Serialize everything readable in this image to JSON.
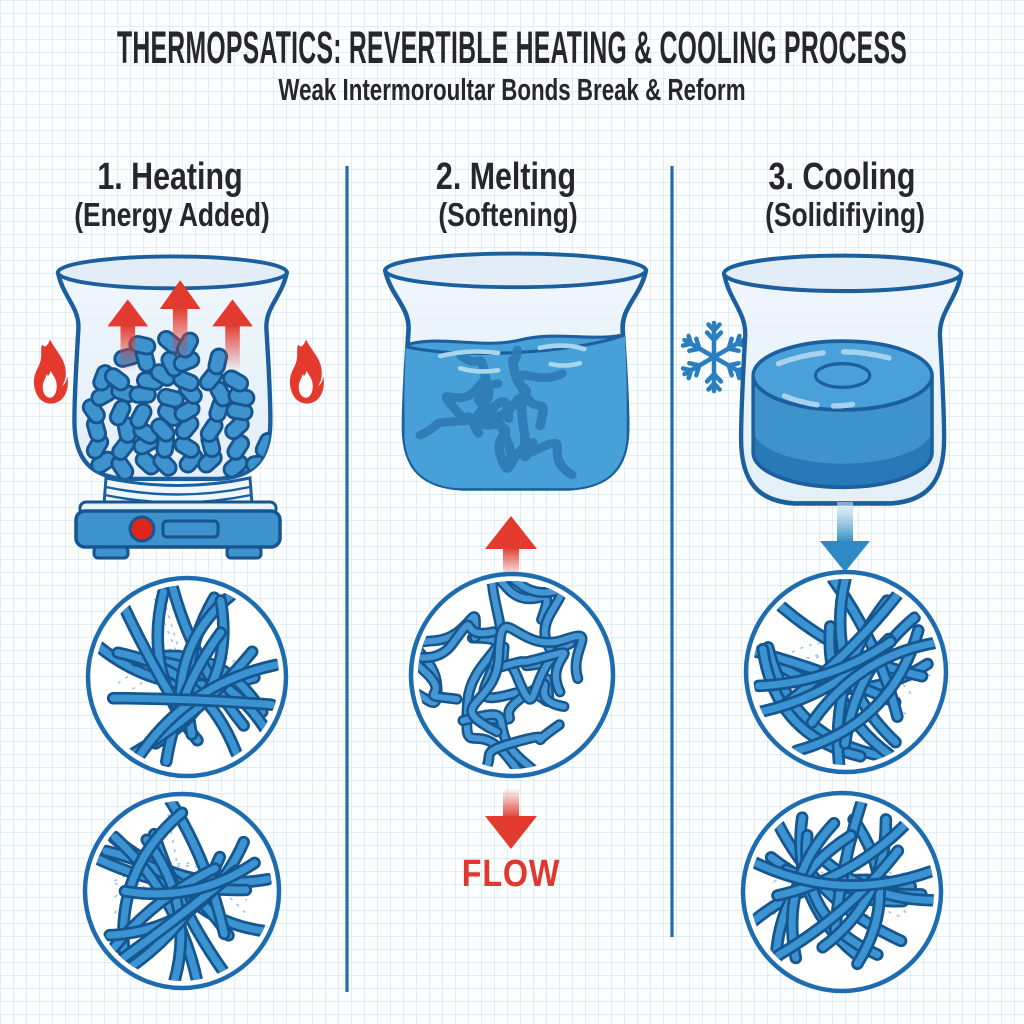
{
  "title": "THERMOPSATICS: REVERTIBLE HEATING & COOLING PROCESS",
  "subtitle": "Weak Intermoroultar Bonds Break & Reform",
  "panels": [
    {
      "heading": "1. Heating",
      "subheading": "(Energy Added)"
    },
    {
      "heading": "2. Melting",
      "subheading": "(Softening)"
    },
    {
      "heading": "3. Cooling",
      "subheading": "(Solidifiying)"
    }
  ],
  "flow_label": "FLOW",
  "icons": {
    "panel1": [
      "flame-icon",
      "heat-arrows-icon",
      "hot-plate-icon"
    ],
    "panel2": [
      "flow-up-arrow-icon",
      "flow-down-arrow-icon"
    ],
    "panel3": [
      "snowflake-icon",
      "cooling-arrow-icon"
    ]
  },
  "colors": {
    "primary_blue": "#3b93d1",
    "outline_blue": "#1b5f9e",
    "liquid_blue": "#47a0d8",
    "divider_blue": "#1f6cae",
    "accent_red": "#e23a2e",
    "text_dark": "#26262b",
    "grid_line": "#dcebef",
    "background": "#fcfdfe"
  }
}
